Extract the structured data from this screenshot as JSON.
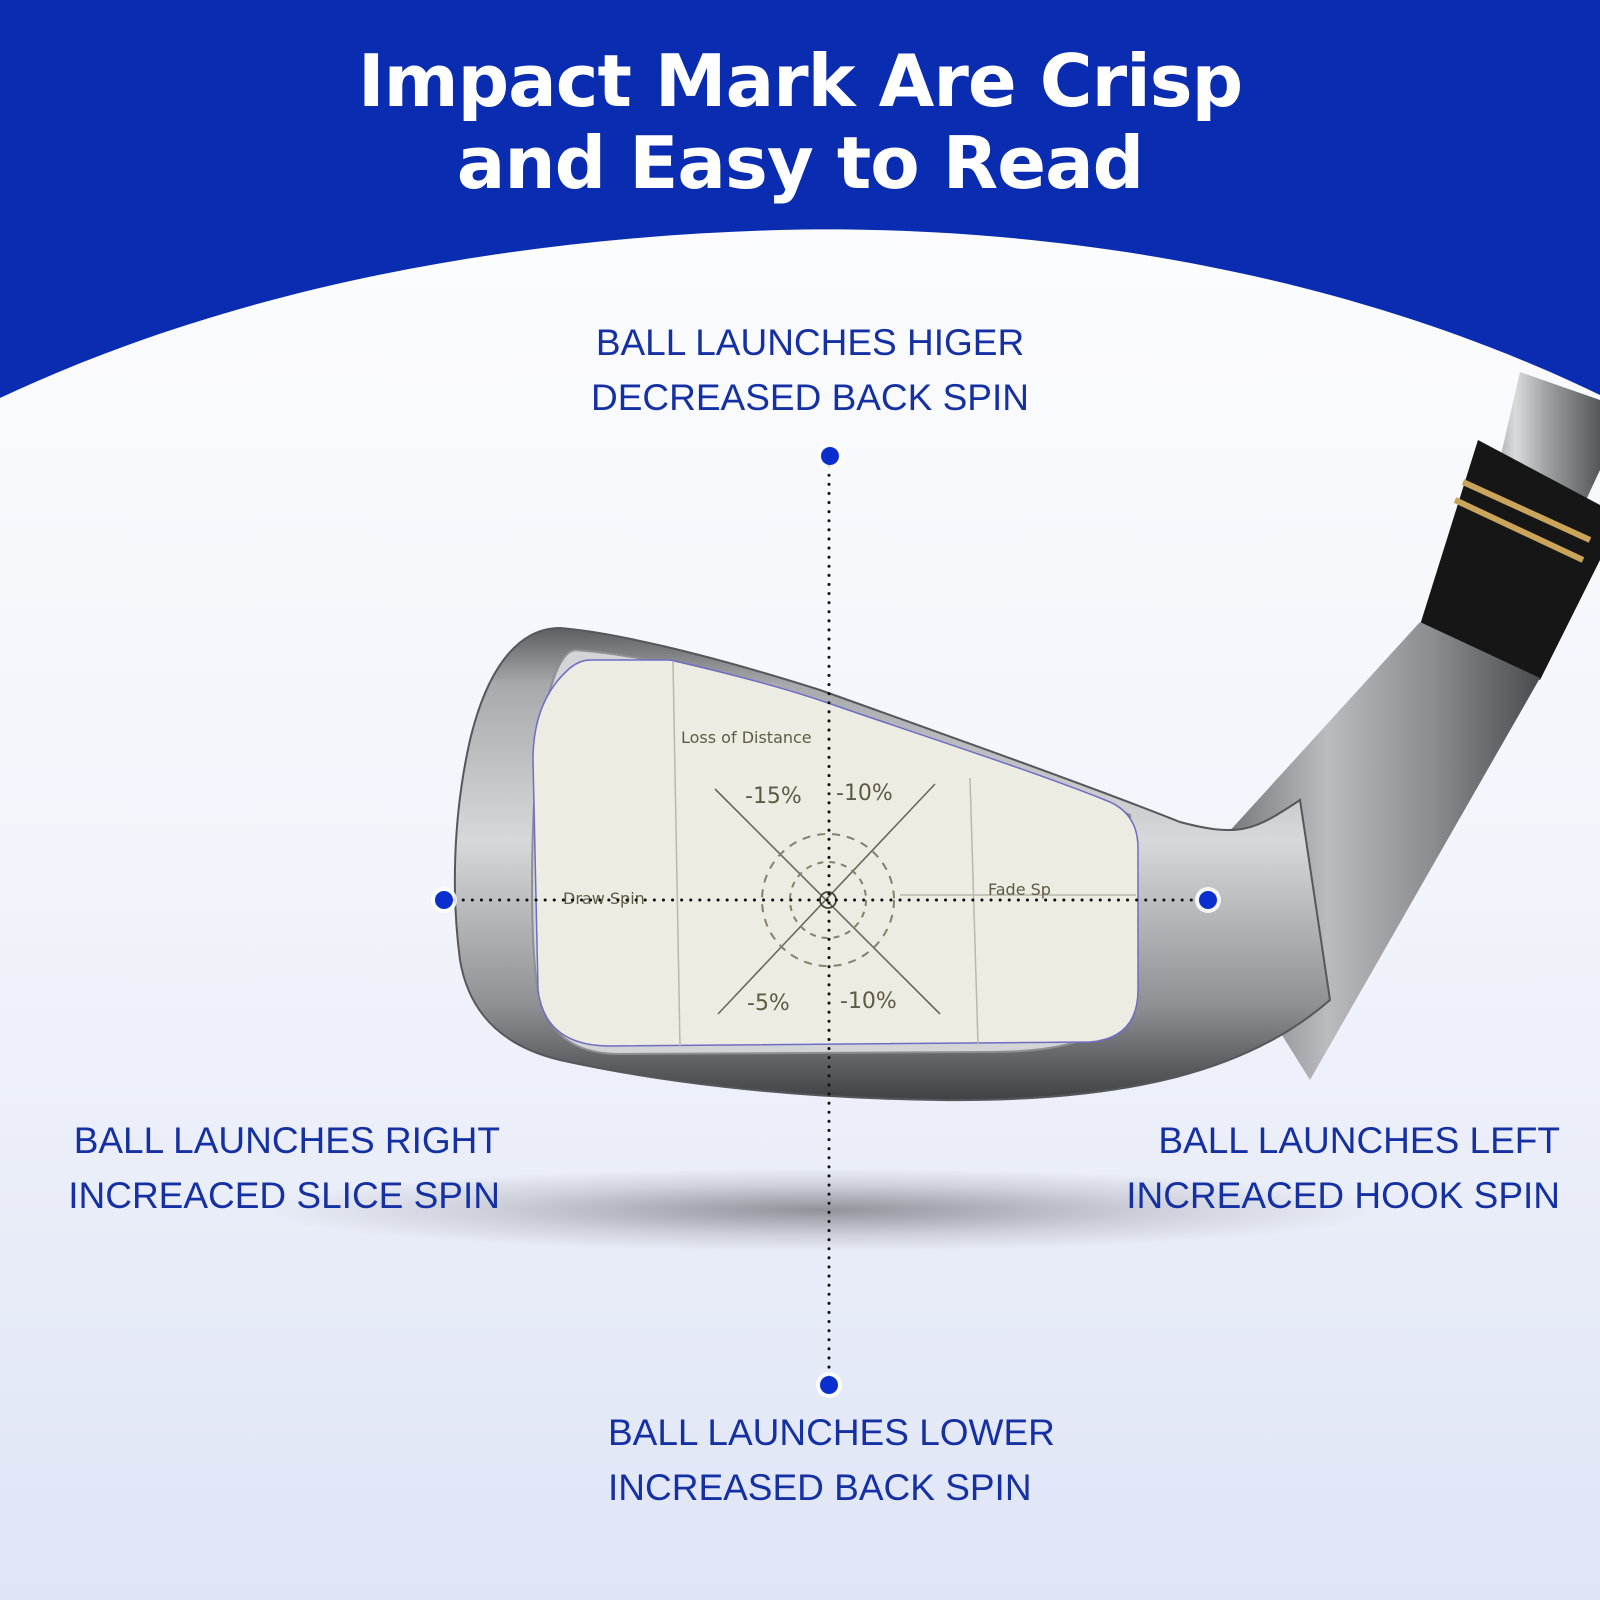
{
  "title": {
    "line1": "Impact Mark Are Crisp",
    "line2": "and Easy to Read"
  },
  "labels": {
    "top": {
      "line1": "BALL LAUNCHES HIGER",
      "line2": "DECREASED BACK SPIN"
    },
    "bottom": {
      "line1": "BALL LAUNCHES LOWER",
      "line2": "INCREASED BACK SPIN"
    },
    "left": {
      "line1": "BALL LAUNCHES RIGHT",
      "line2": "INCREACED SLICE SPIN"
    },
    "right": {
      "line1": "BALL LAUNCHES LEFT",
      "line2": "INCREACED HOOK SPIN"
    }
  },
  "face_chart": {
    "loss_title": "Loss of Distance",
    "top_left_pct": "-15%",
    "top_right_pct": "-10%",
    "bottom_left_pct": "-5%",
    "bottom_right_pct": "-10%",
    "left_label": "Draw Spin",
    "right_label": "Fade Sp"
  },
  "colors": {
    "header_blue": "#0a2cb0",
    "label_blue": "#1530a3",
    "marker_blue": "#0b2fcf"
  }
}
